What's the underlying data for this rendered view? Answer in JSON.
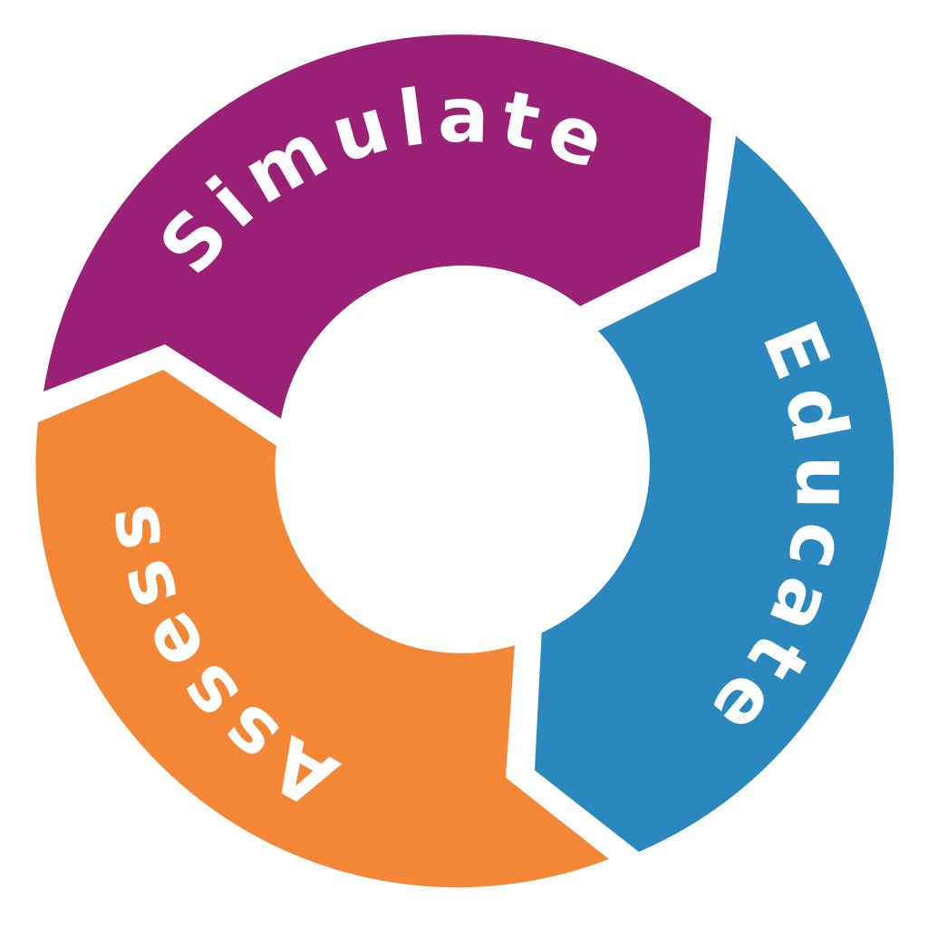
{
  "diagram": {
    "type": "cycle",
    "segments": [
      {
        "id": "simulate",
        "label": "Simulate",
        "color": "#9b2177"
      },
      {
        "id": "educate",
        "label": "Educate",
        "color": "#2b88be"
      },
      {
        "id": "assess",
        "label": "Assess",
        "color": "#f38735"
      }
    ],
    "background": "#ffffff"
  }
}
